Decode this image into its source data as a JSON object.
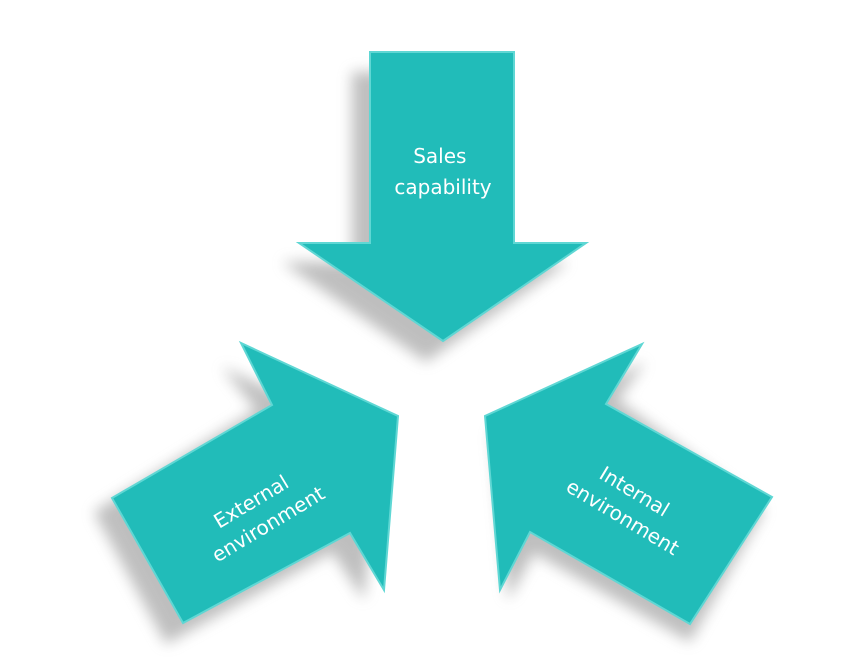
{
  "colors": {
    "arrow_fill": "#21bcb9",
    "arrow_edge": "#5fd7d4",
    "shadow": "#8a8a8a",
    "label_text": "#ffffff",
    "background": "#ffffff"
  },
  "arrows": [
    {
      "id": "top",
      "direction": "down",
      "label_lines": [
        "Sales",
        "capability"
      ]
    },
    {
      "id": "left",
      "direction": "up-right",
      "label_lines": [
        "External",
        "environment"
      ]
    },
    {
      "id": "right",
      "direction": "up-left",
      "label_lines": [
        "Internal",
        "environment"
      ]
    }
  ]
}
